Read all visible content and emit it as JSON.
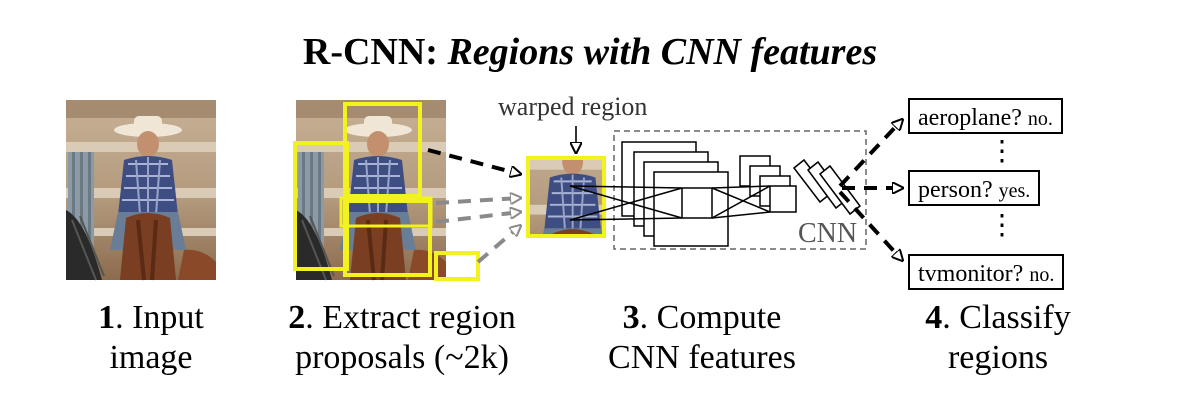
{
  "title": {
    "bold_part": "R-CNN:",
    "italic_part": "Regions with CNN features"
  },
  "labels": {
    "warped_region": "warped region",
    "cnn": "CNN",
    "dots": "⋮"
  },
  "steps": [
    {
      "number": "1",
      "line1": ". Input",
      "line2": "image"
    },
    {
      "number": "2",
      "line1": ". Extract region",
      "line2": "proposals (~2k)"
    },
    {
      "number": "3",
      "line1": ". Compute",
      "line2": "CNN features"
    },
    {
      "number": "4",
      "line1": ". Classify",
      "line2": "regions"
    }
  ],
  "classifications": [
    {
      "query": "aeroplane?",
      "answer": "no."
    },
    {
      "query": "person?",
      "answer": "yes."
    },
    {
      "query": "tvmonitor?",
      "answer": "no."
    }
  ],
  "colors": {
    "proposal_box": "#f2f21e",
    "photo_bg": "#b9a58a",
    "arrow_dark": "#000000",
    "arrow_gray": "#8a8a8a"
  }
}
